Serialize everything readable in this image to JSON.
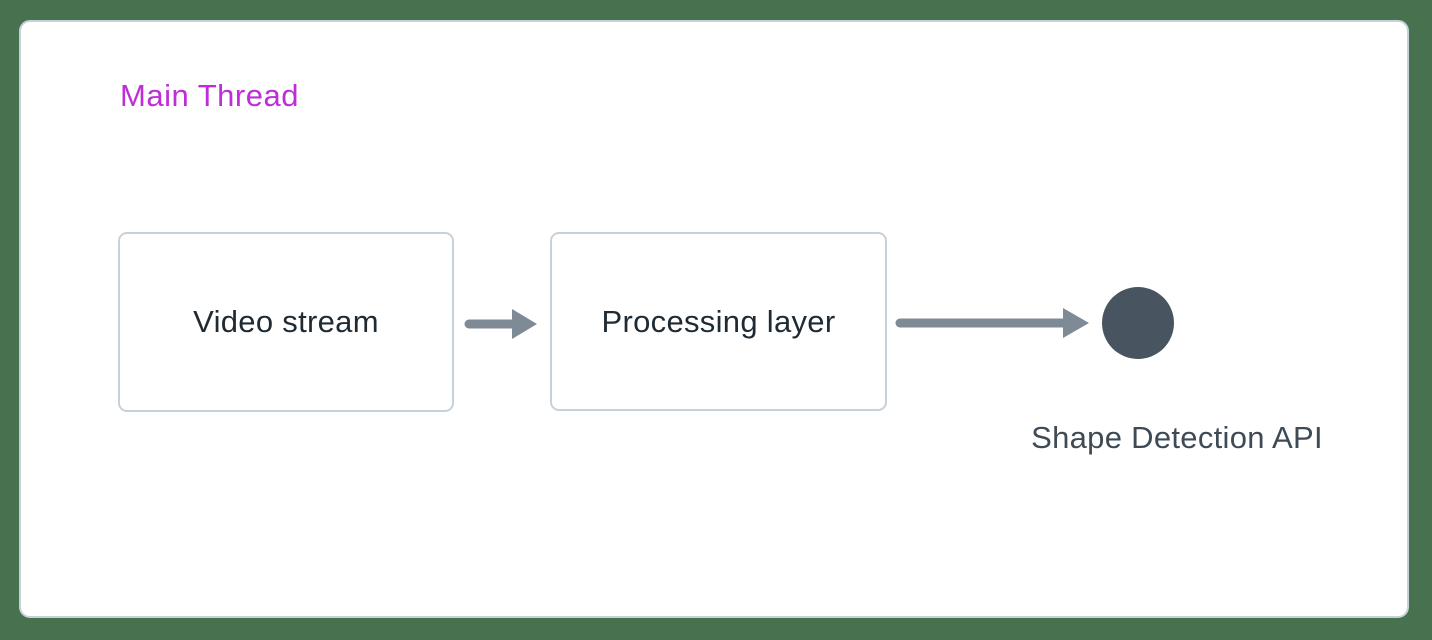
{
  "diagram": {
    "type": "flow-diagram",
    "container": {
      "label": "Main Thread"
    },
    "nodes": [
      {
        "id": "video-stream",
        "shape": "rounded-rectangle",
        "label": "Video stream"
      },
      {
        "id": "processing-layer",
        "shape": "rounded-rectangle",
        "label": "Processing layer"
      },
      {
        "id": "shape-detection-api",
        "shape": "circle",
        "label": "Shape Detection API"
      }
    ],
    "edges": [
      {
        "from": "video-stream",
        "to": "processing-layer",
        "style": "arrow-right"
      },
      {
        "from": "processing-layer",
        "to": "shape-detection-api",
        "style": "arrow-right"
      }
    ],
    "colors": {
      "background_green": "#48714f",
      "panel_background": "#ffffff",
      "panel_border": "#c6d1da",
      "node_border": "#c7d1d9",
      "node_text": "#1f2a33",
      "container_label": "#bd2ed6",
      "arrow": "#7e8a95",
      "circle_fill": "#48545f",
      "circle_label_text": "#3e4b57"
    }
  }
}
